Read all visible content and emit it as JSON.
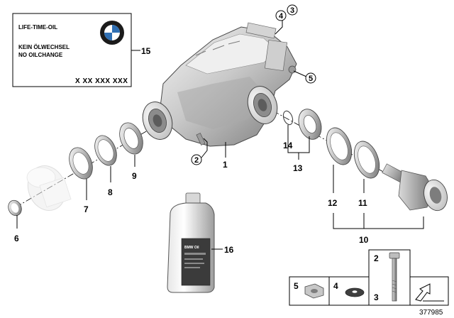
{
  "label_plate": {
    "line1": "LIFE-TIME-OIL",
    "line2": "KEIN ÖLWECHSEL",
    "line3": "NO OILCHANGE",
    "part_number": "X XX XXX XXX"
  },
  "bottle_label": "BMW Oil",
  "callouts": {
    "c1": "1",
    "c2": "2",
    "c3": "3",
    "c4": "4",
    "c5": "5",
    "c6": "6",
    "c7": "7",
    "c8": "8",
    "c9": "9",
    "c10": "10",
    "c11": "11",
    "c12": "12",
    "c13": "13",
    "c14": "14",
    "c15": "15",
    "c16": "16"
  },
  "legend": {
    "bolt_num_top": "2",
    "bolt_num_bottom": "3",
    "nut_num": "5",
    "washer_num": "4"
  },
  "diagram_id": "377985",
  "colors": {
    "housing_light": "#e8e8e8",
    "housing_mid": "#b9b9b9",
    "housing_dark": "#6e6e6e",
    "line": "#000000"
  }
}
